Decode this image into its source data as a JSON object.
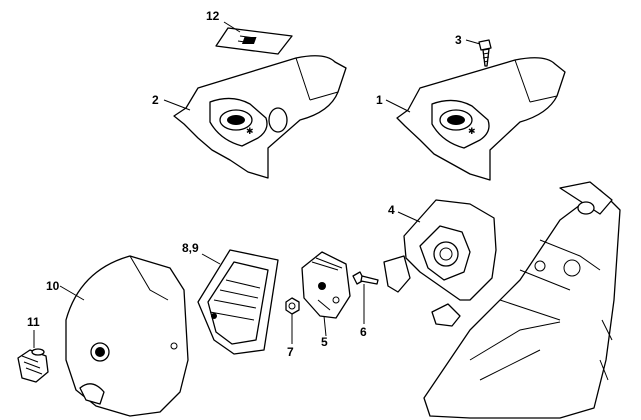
{
  "diagram": {
    "callouts": [
      {
        "id": "c1",
        "label": "1"
      },
      {
        "id": "c2",
        "label": "2"
      },
      {
        "id": "c3",
        "label": "3"
      },
      {
        "id": "c4",
        "label": "4"
      },
      {
        "id": "c5",
        "label": "5"
      },
      {
        "id": "c6",
        "label": "6"
      },
      {
        "id": "c7",
        "label": "7"
      },
      {
        "id": "c89",
        "label": "8,9"
      },
      {
        "id": "c10",
        "label": "10"
      },
      {
        "id": "c11",
        "label": "11"
      },
      {
        "id": "c12",
        "label": "12"
      }
    ]
  }
}
